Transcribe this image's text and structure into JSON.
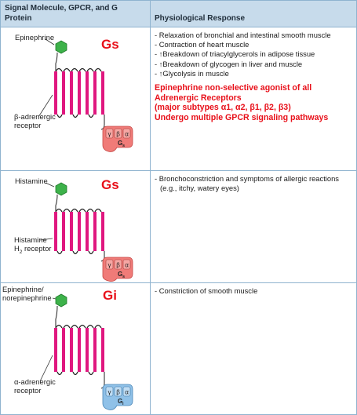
{
  "header": {
    "col1": "Signal Molecule, GPCR, and G Protein",
    "col2": "Physiological Response"
  },
  "rows": [
    {
      "ligand": "Epinephrine",
      "receptor_line1": "β-adrenergic",
      "receptor_line2": "receptor",
      "gprotein_label": "Gs",
      "gprotein_subscript": "s",
      "subunits": [
        "γ",
        "β",
        "α"
      ],
      "responses": [
        "- Relaxation of bronchial and intestinal smooth muscle",
        "- Contraction of heart muscle",
        "- ↑Breakdown of triacylglycerols in adipose tissue",
        "- ↑Breakdown of glycogen in liver and muscle",
        "- ↑Glycolysis in muscle"
      ],
      "note_lines": [
        "Epinephrine non-selective agonist of all",
        "Adrenergic Receptors",
        "(major subtypes α1, α2, β1, β2, β3)",
        "Undergo multiple GPCR signaling pathways"
      ]
    },
    {
      "ligand": "Histamine",
      "receptor_line1": "Histamine",
      "receptor_line2": "H",
      "receptor_sub": "2",
      "receptor_line2b": " receptor",
      "gprotein_label": "Gs",
      "gprotein_subscript": "s",
      "subunits": [
        "γ",
        "β",
        "α"
      ],
      "responses": [
        "- Bronchoconstriction and symptoms of allergic reactions",
        "(e.g., itchy, watery eyes)"
      ]
    },
    {
      "ligand_line1": "Epinephrine/",
      "ligand_line2": "norepinephrine",
      "receptor_line1": "α-adrenergic",
      "receptor_line2": "receptor",
      "gprotein_label": "Gi",
      "gprotein_subscript": "i",
      "subunits": [
        "γ",
        "β",
        "α"
      ],
      "responses": [
        "- Constriction of smooth muscle"
      ]
    }
  ],
  "colors": {
    "header_bg": "#c7dbeb",
    "border": "#8fb3cf",
    "receptor": "#e0177f",
    "ligand": "#3db24a",
    "gs_protein": "#f07b78",
    "gi_protein": "#8fc1e8",
    "highlight": "#e8101a"
  }
}
